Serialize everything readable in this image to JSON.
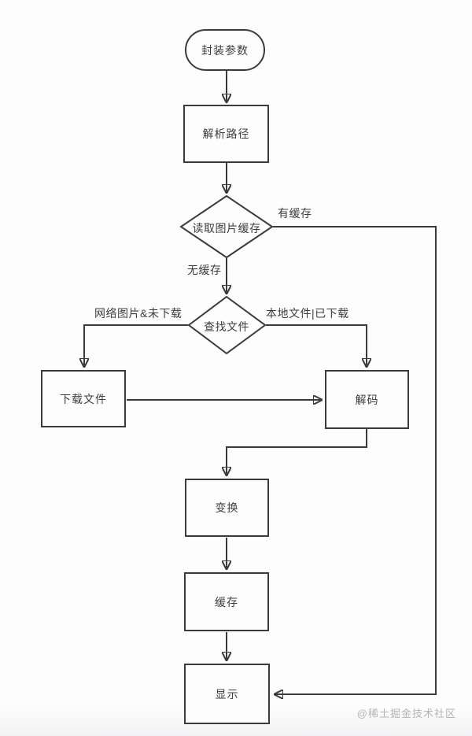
{
  "diagram": {
    "type": "flowchart",
    "nodes": {
      "start": {
        "label": "封装参数",
        "shape": "terminal"
      },
      "parse_path": {
        "label": "解析路径",
        "shape": "process"
      },
      "read_cache": {
        "label": "读取图片缓存",
        "shape": "decision"
      },
      "find_file": {
        "label": "查找文件",
        "shape": "decision"
      },
      "download_file": {
        "label": "下载文件",
        "shape": "process"
      },
      "decode": {
        "label": "解码",
        "shape": "process"
      },
      "transform": {
        "label": "变换",
        "shape": "process"
      },
      "cache": {
        "label": "缓存",
        "shape": "process"
      },
      "display": {
        "label": "显示",
        "shape": "process"
      }
    },
    "edge_labels": {
      "has_cache": "有缓存",
      "no_cache": "无缓存",
      "network_not_downloaded": "网络图片&未下载",
      "local_or_downloaded": "本地文件|已下载"
    },
    "edges": [
      {
        "from": "start",
        "to": "parse_path"
      },
      {
        "from": "parse_path",
        "to": "read_cache"
      },
      {
        "from": "read_cache",
        "to": "display",
        "label": "有缓存"
      },
      {
        "from": "read_cache",
        "to": "find_file",
        "label": "无缓存"
      },
      {
        "from": "find_file",
        "to": "download_file",
        "label": "网络图片&未下载"
      },
      {
        "from": "find_file",
        "to": "decode",
        "label": "本地文件|已下载"
      },
      {
        "from": "download_file",
        "to": "decode"
      },
      {
        "from": "decode",
        "to": "transform"
      },
      {
        "from": "transform",
        "to": "cache"
      },
      {
        "from": "cache",
        "to": "display"
      }
    ],
    "colors": {
      "line": "#3b3b3b",
      "text": "#3d3d3d",
      "node_fill": "#fdfdfd",
      "background": "#fdfdfd",
      "watermark": "#b5b5b5"
    }
  },
  "watermark": {
    "text": "@稀土掘金技术社区"
  }
}
